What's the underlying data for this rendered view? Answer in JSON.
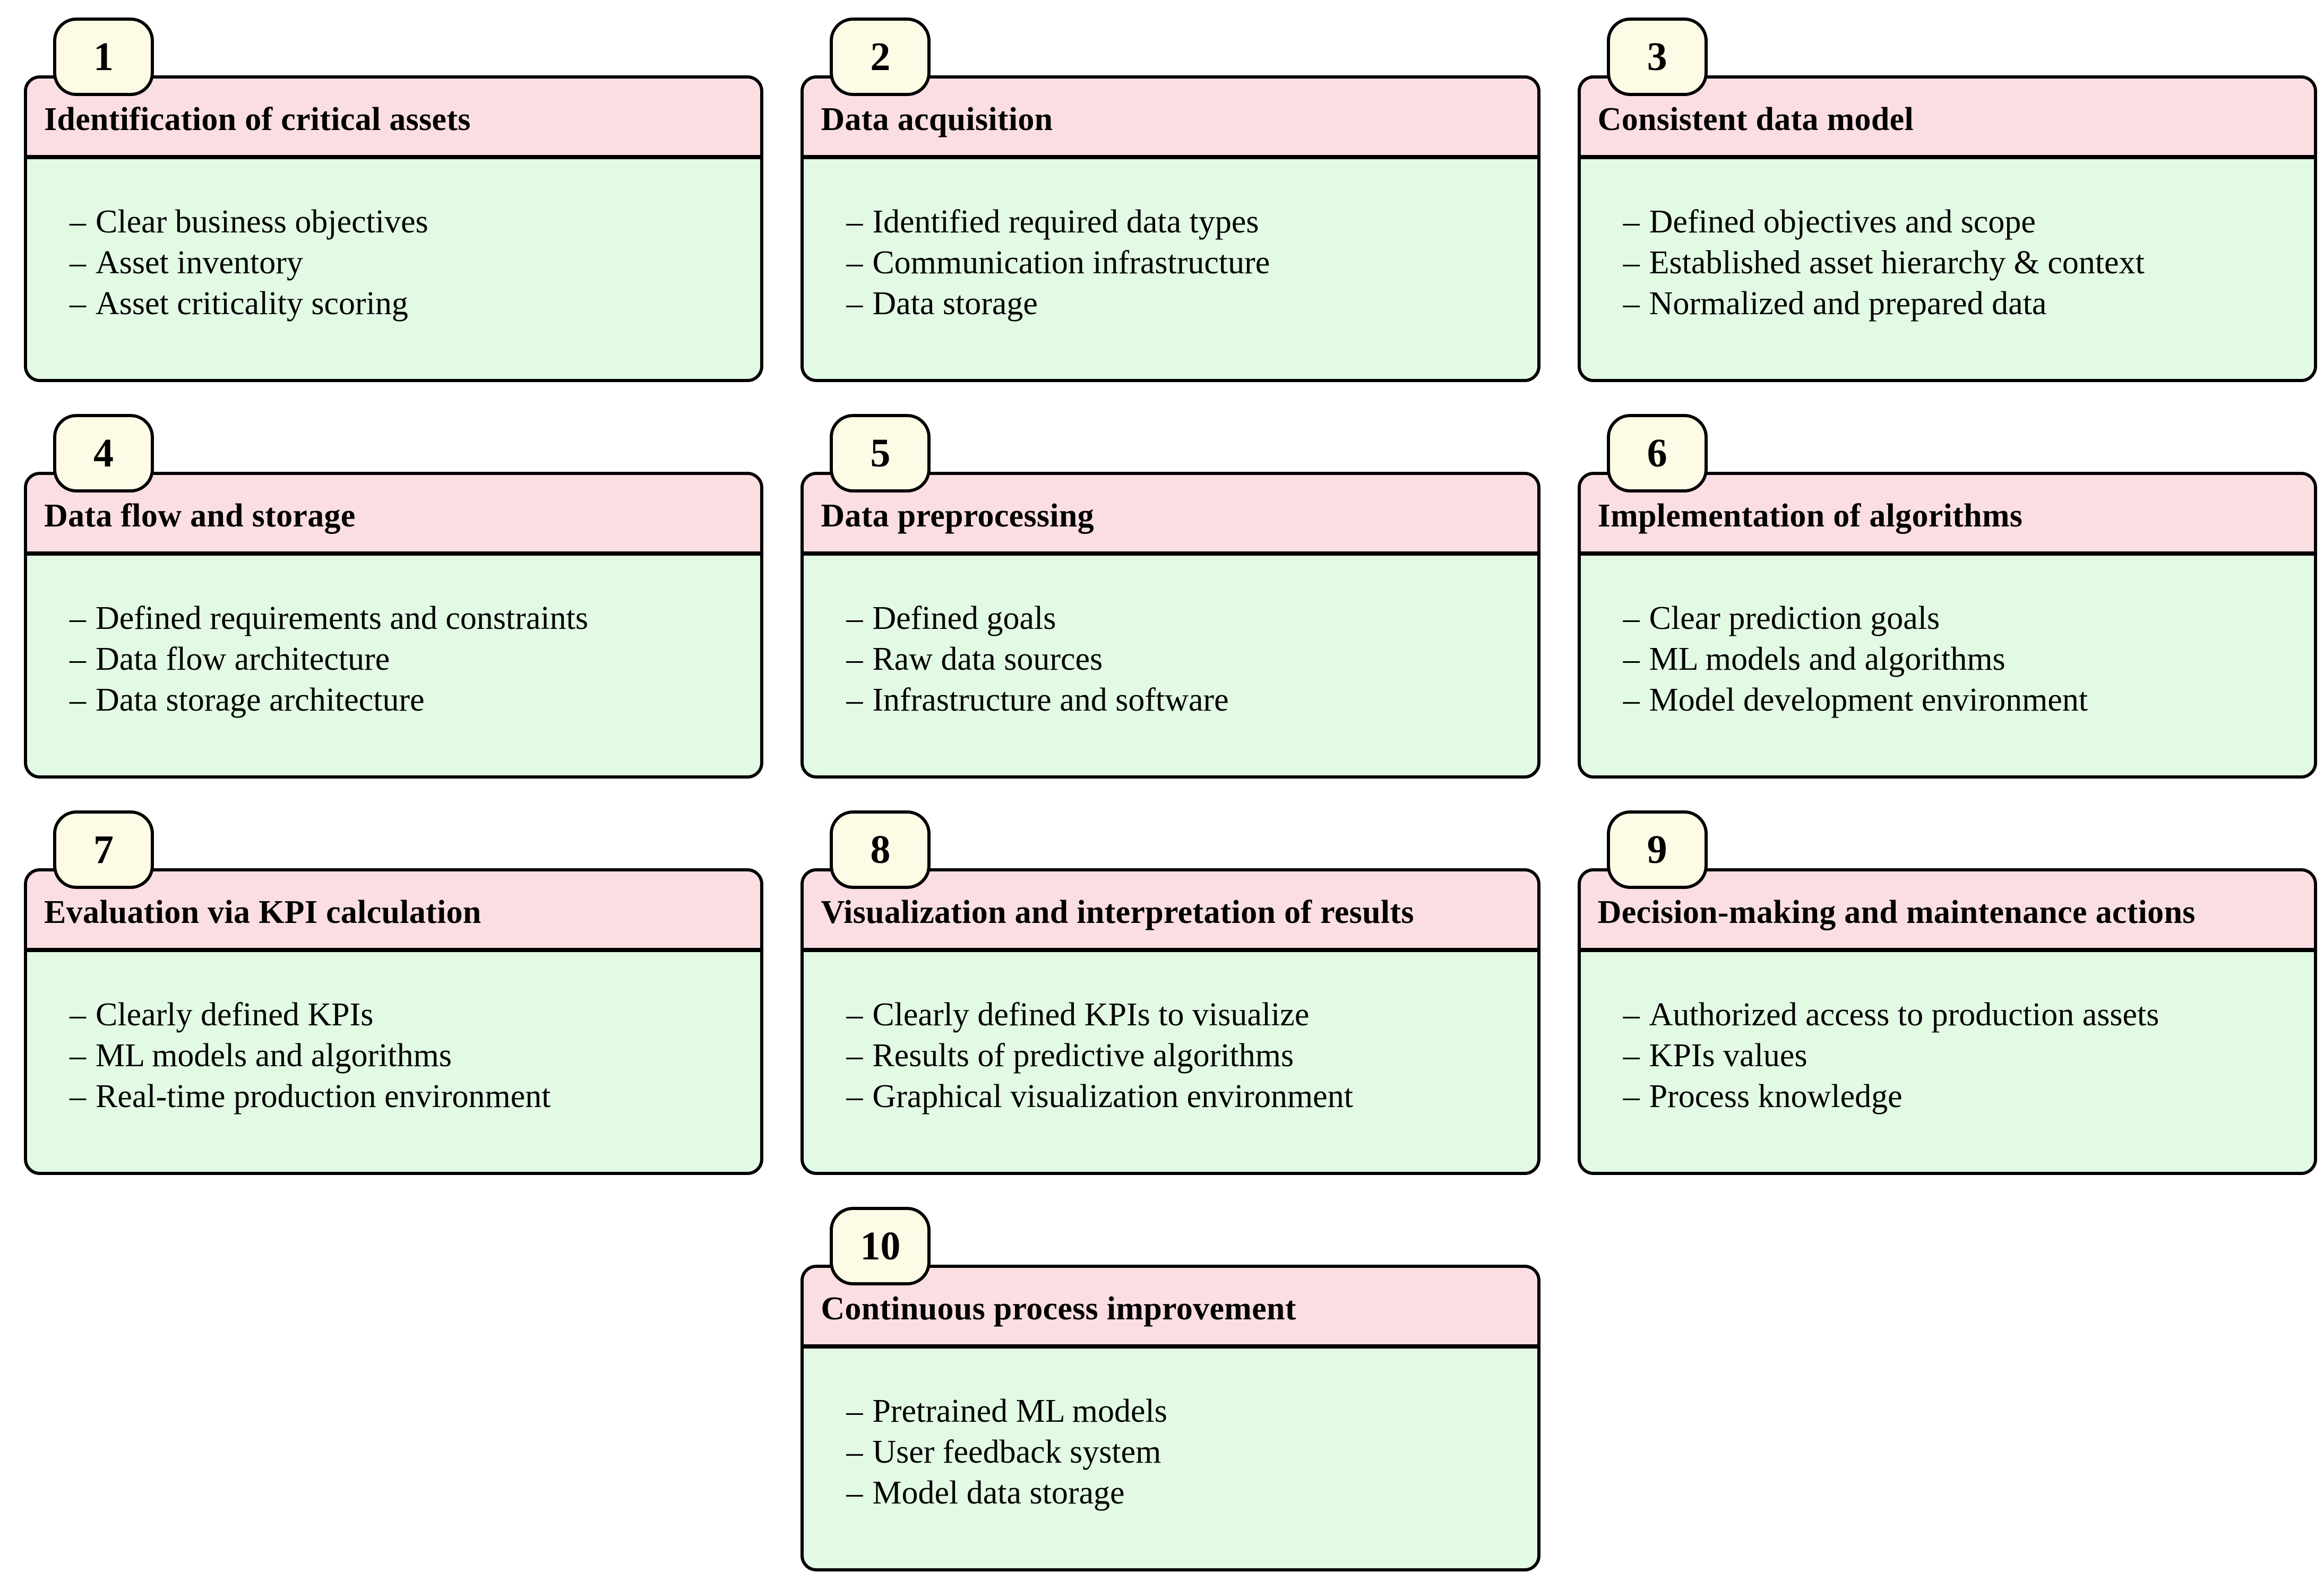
{
  "colors": {
    "page_bg": "#ffffff",
    "header_bg": "#fbdee2",
    "body_bg": "#e2f9e3",
    "badge_bg": "#fdfae5",
    "border": "#000000"
  },
  "bullet": "–",
  "cards": [
    {
      "number": "1",
      "title": "Identification of critical assets",
      "items": [
        "Clear business objectives",
        "Asset inventory",
        "Asset criticality scoring"
      ]
    },
    {
      "number": "2",
      "title": "Data acquisition",
      "items": [
        "Identified required data types",
        "Communication infrastructure",
        "Data storage"
      ]
    },
    {
      "number": "3",
      "title": "Consistent data model",
      "items": [
        "Defined objectives and scope",
        "Established asset hierarchy & context",
        "Normalized and prepared data"
      ]
    },
    {
      "number": "4",
      "title": "Data flow and storage",
      "items": [
        "Defined requirements and constraints",
        "Data flow architecture",
        "Data storage architecture"
      ]
    },
    {
      "number": "5",
      "title": "Data preprocessing",
      "items": [
        "Defined goals",
        "Raw data sources",
        "Infrastructure and software"
      ]
    },
    {
      "number": "6",
      "title": "Implementation of algorithms",
      "items": [
        "Clear prediction goals",
        "ML models and algorithms",
        "Model development environment"
      ]
    },
    {
      "number": "7",
      "title": "Evaluation via KPI calculation",
      "items": [
        "Clearly defined KPIs",
        "ML models and algorithms",
        "Real-time production environment"
      ]
    },
    {
      "number": "8",
      "title": "Visualization and interpretation of results",
      "items": [
        "Clearly defined KPIs to visualize",
        "Results of predictive algorithms",
        "Graphical visualization environment"
      ]
    },
    {
      "number": "9",
      "title": "Decision-making and maintenance actions",
      "items": [
        "Authorized access to production assets",
        "KPIs values",
        "Process knowledge"
      ]
    },
    {
      "number": "10",
      "title": "Continuous process improvement",
      "items": [
        "Pretrained ML models",
        "User feedback system",
        "Model data storage"
      ]
    }
  ]
}
